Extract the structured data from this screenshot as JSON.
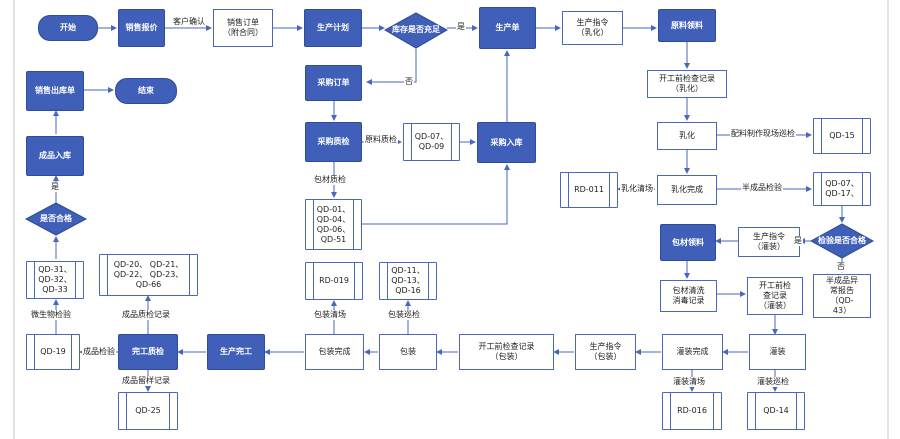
{
  "nodes": {
    "start": "开始",
    "sales_quote": "销售报价",
    "sales_order": "销售订单\n（附合同）",
    "production_plan": "生产计划",
    "stock_check": "库存是否充足",
    "production_order": "生产单",
    "production_instruction_emulsify": "生产指令\n（乳化）",
    "material_pick": "原料领料",
    "purchase_order": "采购订单",
    "purchase_qc": "采购质检",
    "qd07_09": "QD-07、\nQD-09",
    "purchase_inbound": "采购入库",
    "pre_check_emulsify": "开工前检查记录\n（乳化）",
    "emulsify": "乳化",
    "qd15": "QD-15",
    "rd011": "RD-011",
    "emulsify_done": "乳化完成",
    "qd07_17": "QD-07、\nQD-17、",
    "packing_qc_docs": "QD-01、\nQD-04、\nQD-06、\nQD-51",
    "semi_qualified": "检验是否合格",
    "semi_abnormal": "半成品异\n常报告\n（QD-\n43）",
    "package_pick": "包材领料",
    "production_instruction_fill": "生产指令\n（灌装）",
    "package_clean": "包材清洗\n消毒记录",
    "pre_check_fill_small": "开工前检\n查记录\n（灌装）",
    "sales_outbound": "销售出库单",
    "end": "结束",
    "finished_inbound": "成品入库",
    "qualified": "是否合格",
    "qd31_33": "QD-31、\nQD-32、\nQD-33",
    "qd20_66": "QD-20、 QD-21、\nQD-22、 QD-23、\nQD-66",
    "rd019": "RD-019",
    "qd11_16": "QD-11、\nQD-13、\nQD-16",
    "qd19": "QD-19",
    "final_qc": "完工质检",
    "production_complete": "生产完工",
    "packing_done": "包装完成",
    "packing": "包装",
    "pre_check_pack": "开工前检查记录\n（包装）",
    "production_instruction_pack": "生产指令\n（包装）",
    "fill_done": "灌装完成",
    "filling": "灌装",
    "qd25": "QD-25",
    "rd016": "RD-016",
    "qd14": "QD-14"
  },
  "edge_labels": {
    "customer_confirm": "客户确认",
    "yes_1": "是",
    "no_1": "否",
    "raw_material_qc": "原料质检",
    "packing_material_qc": "包材质检",
    "batching_inspection": "配料制作现场巡检",
    "emulsify_clearance": "乳化清场",
    "semi_product_qc": "半成品检验",
    "yes_2": "是",
    "no_2": "否",
    "yes_3": "是",
    "microbe_test": "微生物检验",
    "finished_qc_record": "成品质检记录",
    "finished_test": "成品检验",
    "packing_clearance": "包装清场",
    "packing_inspection": "包装巡检",
    "retained_sample": "成品留样记录",
    "filling_clearance": "灌装清场",
    "filling_inspection": "灌装巡检"
  },
  "colors": {
    "process_fill": "#3f5fb8",
    "outline": "#4a67bd",
    "connector": "#4a67bd",
    "text_dark": "#1f1f1f",
    "text_light": "#ffffff"
  }
}
